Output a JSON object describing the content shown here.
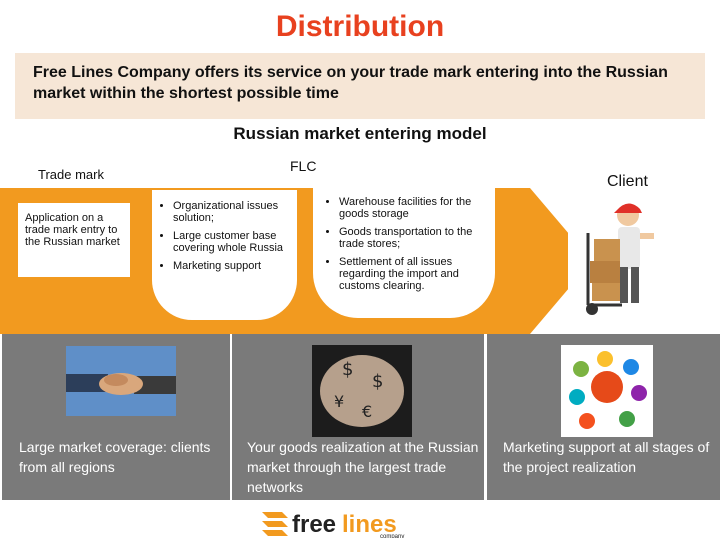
{
  "title": "Distribution",
  "intro": "Free Lines Company offers its service on your trade mark entering into the Russian market within the shortest possible time",
  "model_title": "Russian market entering model",
  "labels": {
    "trade_mark": "Trade mark",
    "flc": "FLC",
    "client": "Client"
  },
  "steps": {
    "trade_mark_text": "Application on a trade mark entry to the Russian market",
    "flc_left": [
      "Organizational issues solution;",
      "Large customer base covering whole Russia",
      "Marketing support"
    ],
    "flc_right": [
      "Warehouse facilities for the goods storage",
      "Goods transportation to the trade stores;",
      "Settlement of all issues regarding the import and customs clearing."
    ]
  },
  "panels": [
    {
      "icon": "handshake-image",
      "text": "Large market coverage: clients from all regions"
    },
    {
      "icon": "currency-hands-image",
      "text": "Your goods realization at the Russian market through the largest trade networks"
    },
    {
      "icon": "marketing-icons-image",
      "text": "Marketing support at all stages of the project realization"
    }
  ],
  "logo": {
    "word1": "free",
    "word2": "lines",
    "sub": "company"
  },
  "colors": {
    "accent": "#e8411f",
    "arrow": "#f29a1f",
    "panel": "#7a7a7a",
    "banner": "#f6e6d6"
  }
}
